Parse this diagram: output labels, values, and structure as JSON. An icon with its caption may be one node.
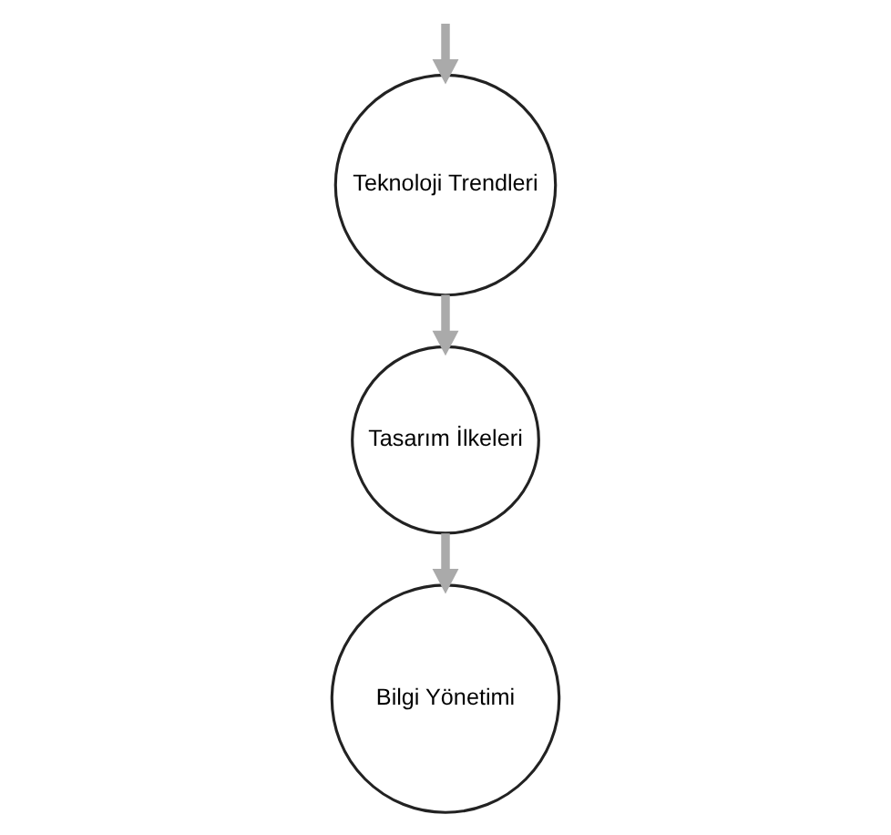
{
  "diagram": {
    "nodes": [
      {
        "text": [
          "Tasarım İlkeleri"
        ]
      },
      {
        "text": [
          "Teknoloji Trendleri"
        ]
      },
      {
        "text": [
          "Bilgi Yönetimi"
        ]
      }
    ],
    "edges": [
      {
        "from": 1,
        "to": 0,
        "arrow": "to"
      },
      {
        "from": null,
        "to": 1,
        "arrow": "to"
      },
      {
        "from": 0,
        "to": 2,
        "arrow": "to"
      }
    ]
  }
}
